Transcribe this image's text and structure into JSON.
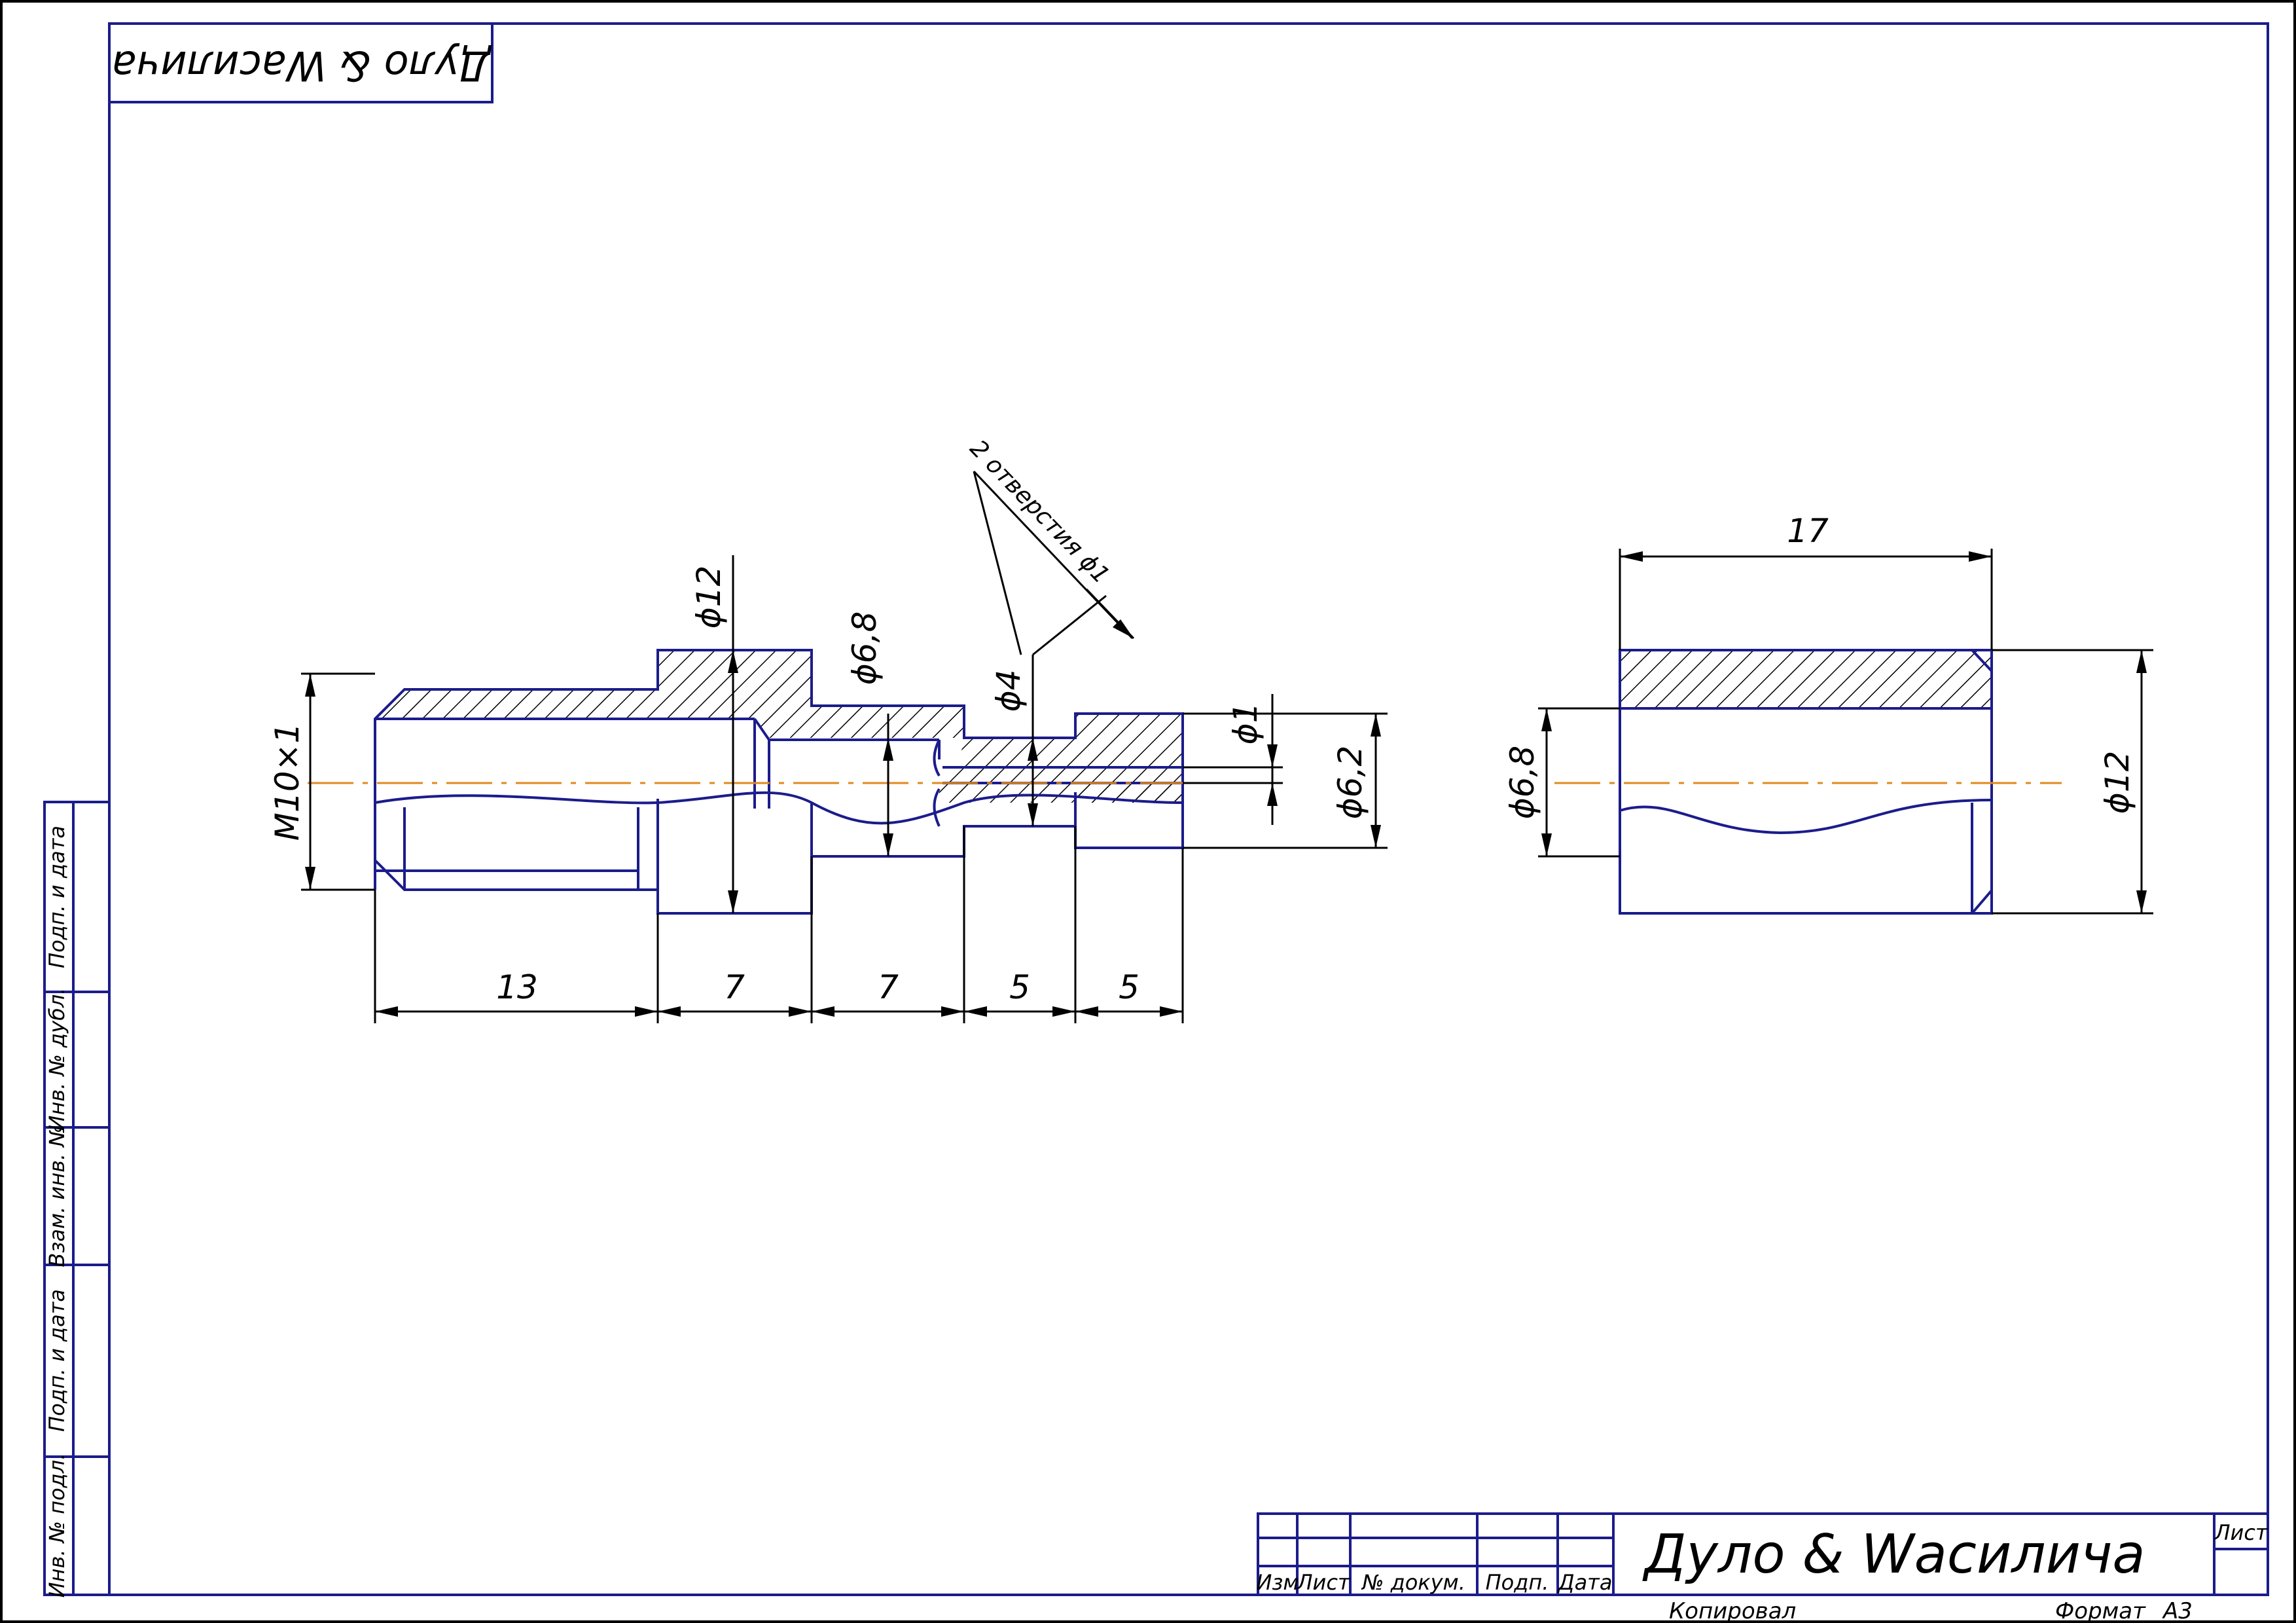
{
  "colors": {
    "line": "#1c1c8c",
    "axis": "#e08a1e",
    "dim": "#000000",
    "sheet_border": "#000000",
    "paper": "#ffffff"
  },
  "top_stamp": {
    "text": "Дуло & Wасилича"
  },
  "title_block": {
    "title": "Дуло & Wасилича",
    "columns": [
      "Изм",
      "Лист",
      "№ докум.",
      "Подп.",
      "Дата"
    ],
    "sheet_label": "Лист",
    "copied_label": "Копировал",
    "format_label": "Формат",
    "format_value": "А3"
  },
  "side_strip": {
    "labels": [
      "Подп. и дата",
      "Инв. № дубл.",
      "Взам. инв. №",
      "Подп. и дата",
      "Инв. № подл."
    ]
  },
  "dimensions": {
    "part_left": {
      "thread": "М10×1",
      "dia_12": "ϕ12",
      "dia_6_8": "ϕ6,8",
      "dia_4": "ϕ4",
      "dia_1": "ϕ1",
      "dia_6_2": "ϕ6,2",
      "holes_note": "2 отверстия ϕ1",
      "lengths": [
        "13",
        "7",
        "7",
        "5",
        "5"
      ]
    },
    "part_right": {
      "length": "17",
      "dia_inner": "ϕ6,8",
      "dia_outer": "ϕ12"
    }
  }
}
